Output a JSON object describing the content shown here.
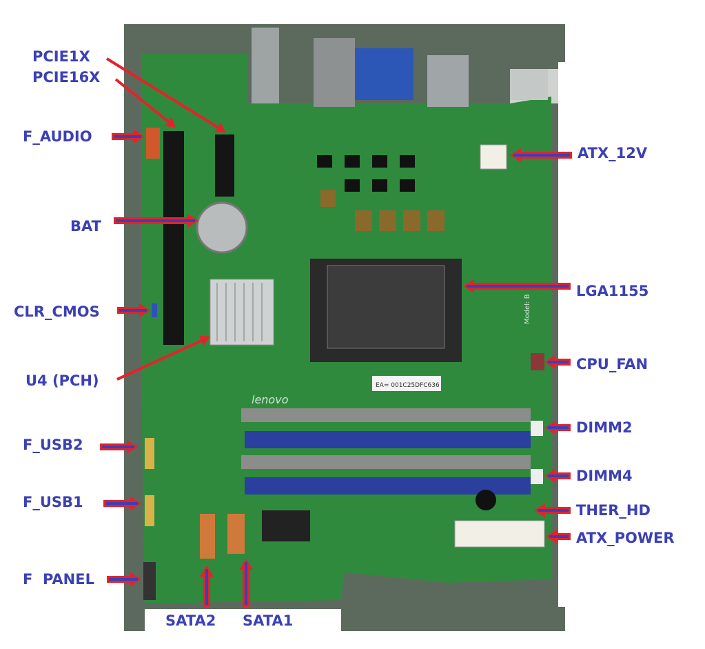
{
  "labels": {
    "pcie1x": "PCIE1X",
    "pcie16x": "PCIE16X",
    "f_audio": "F_AUDIO",
    "bat": "BAT",
    "clr_cmos": "CLR_CMOS",
    "u4_pch": "U4 (PCH)",
    "f_usb2": "F_USB2",
    "f_usb1": "F_USB1",
    "f_panel": "F  PANEL",
    "atx_12v": "ATX_12V",
    "lga1155": "LGA1155",
    "cpu_fan": "CPU_FAN",
    "dimm2": "DIMM2",
    "dimm4": "DIMM4",
    "ther_hd": "THER_HD",
    "atx_power": "ATX_POWER",
    "sata2": "SATA2",
    "sata1": "SATA1"
  },
  "board_print": {
    "brand": "lenovo",
    "model": "Model: B",
    "sticker": "EA= 001C25DFC636"
  },
  "colors": {
    "label": "#3b40b4",
    "arrow": "#e3232b",
    "arrow_core": "#3b40b4",
    "pcb": "#2f8a3e"
  }
}
